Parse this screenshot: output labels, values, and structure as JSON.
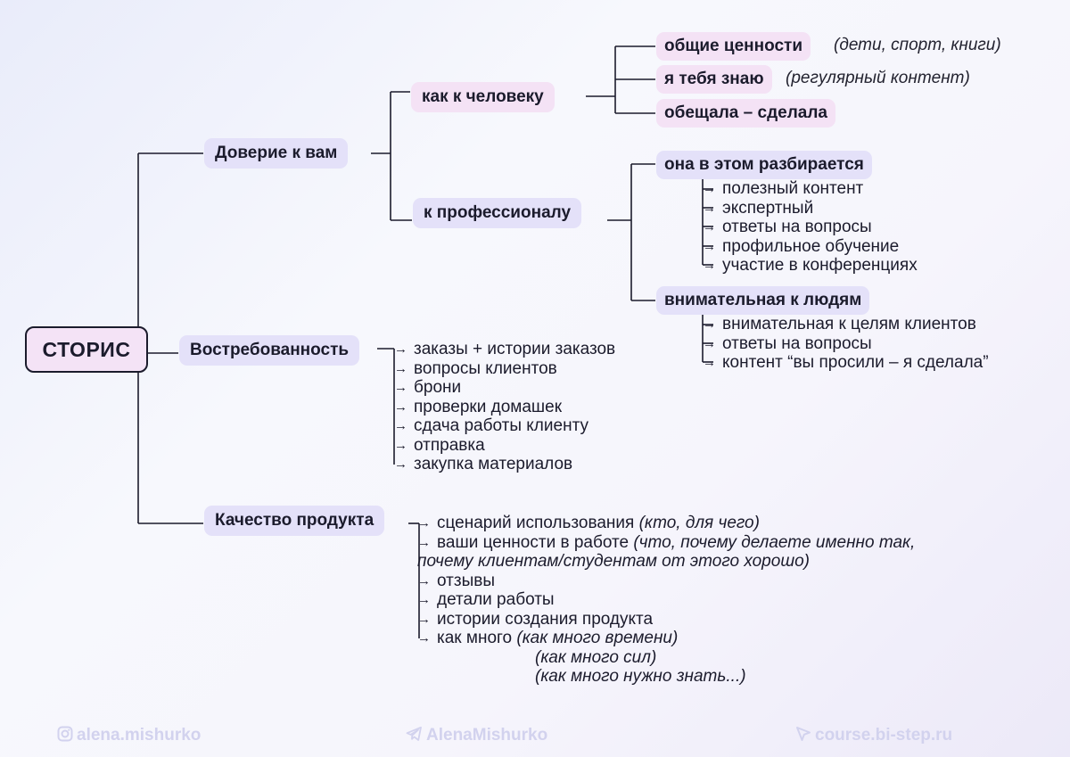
{
  "root": {
    "label": "СТОРИС"
  },
  "branches": {
    "trust": {
      "label": "Доверие к вам",
      "person": {
        "label": "как к человеку",
        "items": [
          {
            "label": "общие ценности",
            "note": "(дети, спорт, книги)"
          },
          {
            "label": "я тебя знаю",
            "note": "(регулярный контент)"
          },
          {
            "label": "обещала – сделала"
          }
        ]
      },
      "professional": {
        "label": "к профессионалу",
        "expert": {
          "label": "она в этом разбирается",
          "items": [
            "полезный контент",
            "экспертный",
            "ответы на вопросы",
            "профильное обучение",
            "участие в конференциях"
          ]
        },
        "attentive": {
          "label": "внимательная к людям",
          "items": [
            "внимательная к целям клиентов",
            "ответы на вопросы",
            "контент “вы просили – я сделала”"
          ]
        }
      }
    },
    "demand": {
      "label": "Востребованность",
      "items": [
        "заказы + истории заказов",
        "вопросы клиентов",
        "брони",
        "проверки домашек",
        "сдача работы клиенту",
        "отправка",
        "закупка материалов"
      ]
    },
    "quality": {
      "label": "Качество продукта",
      "items": [
        {
          "text": "сценарий использования ",
          "hint": "(кто, для чего)"
        },
        {
          "text": "ваши ценности в работе ",
          "hint": "(что, почему делаете именно так,"
        },
        {
          "cont": "почему клиентам/студентам от этого хорошо)"
        },
        {
          "text": "отзывы"
        },
        {
          "text": "детали работы"
        },
        {
          "text": "истории создания продукта"
        },
        {
          "text": "как много ",
          "hint": "(как много времени)"
        },
        {
          "indent": "(как много сил)"
        },
        {
          "indent": "(как много нужно знать...)"
        }
      ]
    }
  },
  "footer": {
    "instagram": "alena.mishurko",
    "telegram": "AlenaMishurko",
    "site": "course.bi-step.ru"
  },
  "arrow_glyph": "→",
  "colors": {
    "pink": "#f4e2f5",
    "violet": "#e4e1f9",
    "line": "#1b1b2c",
    "footer": "#d2d2ee"
  }
}
